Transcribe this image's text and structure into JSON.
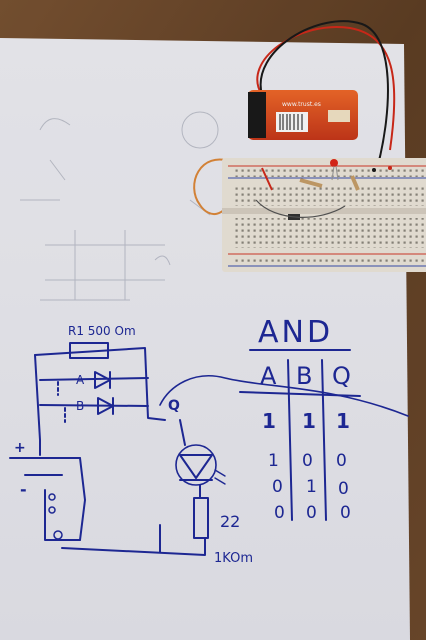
{
  "colors": {
    "table_wood": "#6b4a2e",
    "paper": "#eeeef4",
    "ink": "#1f2a9c",
    "pencil": "#b9bcc8",
    "battery_orange": "#e8451c",
    "breadboard": "#efe8dc",
    "breadboard_red_line": "#d43a2a",
    "breadboard_blue_line": "#3a4fb0",
    "wire_red": "#d42a1a",
    "wire_black": "#1a1a1a",
    "wire_orange": "#e08a3a"
  },
  "battery": {
    "brand_text": "www.trust.es",
    "barcode_icon": "barcode-icon"
  },
  "schematic": {
    "resistor_top_label": "R1 500 Om",
    "input_a_label": "A",
    "input_b_label": "B",
    "output_label": "Q",
    "plus_sign": "+",
    "minus_sign": "-",
    "led_label": "22",
    "resistor_bottom_label": "1KOm",
    "led_icon": "led-symbol-icon",
    "diode_icon": "diode-symbol-icon"
  },
  "truth_table": {
    "title": "AND",
    "headers": [
      "A",
      "B",
      "Q"
    ],
    "rows": [
      [
        "1",
        "1",
        "1"
      ],
      [
        "1",
        "0",
        "0"
      ],
      [
        "0",
        "1",
        "0"
      ],
      [
        "0",
        "0",
        "0"
      ]
    ]
  }
}
